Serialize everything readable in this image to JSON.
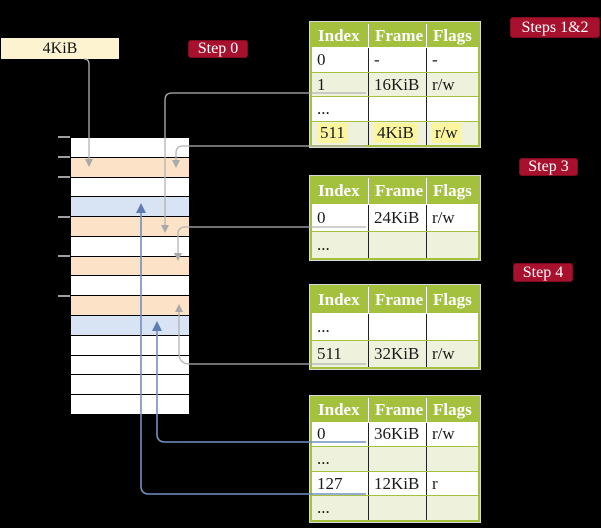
{
  "memory_box": {
    "label": "4KiB"
  },
  "badges": {
    "step0": "Step 0",
    "steps12": "Steps 1&2",
    "step3": "Step 3",
    "step4": "Step 4"
  },
  "page_tables": [
    {
      "id": "table-steps-1-2",
      "headers": [
        "Index",
        "Frame",
        "Flags"
      ],
      "rows": [
        {
          "index": "0",
          "frame": "-",
          "flags": "-"
        },
        {
          "index": "1",
          "frame": "16KiB",
          "flags": "r/w"
        },
        {
          "index": "...",
          "frame": "",
          "flags": ""
        },
        {
          "index": "511",
          "frame": "4KiB",
          "flags": "r/w"
        }
      ]
    },
    {
      "id": "table-step-3",
      "headers": [
        "Index",
        "Frame",
        "Flags"
      ],
      "rows": [
        {
          "index": "0",
          "frame": "24KiB",
          "flags": "r/w"
        },
        {
          "index": "...",
          "frame": "",
          "flags": ""
        }
      ]
    },
    {
      "id": "table-step-4",
      "headers": [
        "Index",
        "Frame",
        "Flags"
      ],
      "rows": [
        {
          "index": "...",
          "frame": "",
          "flags": ""
        },
        {
          "index": "511",
          "frame": "32KiB",
          "flags": "r/w"
        }
      ]
    },
    {
      "id": "table-4",
      "headers": [
        "Index",
        "Frame",
        "Flags"
      ],
      "rows": [
        {
          "index": "0",
          "frame": "36KiB",
          "flags": "r/w"
        },
        {
          "index": "...",
          "frame": "",
          "flags": ""
        },
        {
          "index": "127",
          "frame": "12KiB",
          "flags": "r"
        },
        {
          "index": "...",
          "frame": "",
          "flags": ""
        }
      ]
    }
  ],
  "memory": {
    "rows": [
      {
        "shade": "white"
      },
      {
        "shade": "peach"
      },
      {
        "shade": "white"
      },
      {
        "shade": "blue"
      },
      {
        "shade": "peach"
      },
      {
        "shade": "white"
      },
      {
        "shade": "peach"
      },
      {
        "shade": "white"
      },
      {
        "shade": "peach"
      },
      {
        "shade": "blue"
      },
      {
        "shade": "white"
      },
      {
        "shade": "white"
      },
      {
        "shade": "white"
      },
      {
        "shade": "white"
      }
    ]
  },
  "arrows": [
    {
      "from": "4KiB box",
      "to": "memory frame at 4KiB",
      "style": "gray"
    },
    {
      "from": "table-steps-1-2 index 1 (16KiB)",
      "to": "memory frame at 16KiB",
      "style": "gray"
    },
    {
      "from": "table-steps-1-2 index 511 (4KiB)",
      "to": "memory frame at 4KiB",
      "style": "gray"
    },
    {
      "from": "table-step-3 index 0 (24KiB)",
      "to": "memory frame at 24KiB",
      "style": "gray"
    },
    {
      "from": "table-step-4 index 511 (32KiB)",
      "to": "memory frame at 32KiB",
      "style": "gray"
    },
    {
      "from": "table-4 index 0 (36KiB)",
      "to": "memory frame at 36KiB",
      "style": "blue"
    },
    {
      "from": "table-4 index 127 (12KiB)",
      "to": "memory frame at 12KiB",
      "style": "blue"
    }
  ],
  "colors": {
    "badge": "#a8112e",
    "header": "#a3c13d",
    "shade": "#eef2dc",
    "peach": "#fce3c7",
    "blueframe": "#d8e4f4",
    "yellow": "#fcf5a0",
    "cream": "#fdf3d0",
    "gray_line": "#b3b3b3",
    "gray_head": "#a9a9a9",
    "blue_line": "#7290c0",
    "blue_head": "#5f7db2"
  }
}
